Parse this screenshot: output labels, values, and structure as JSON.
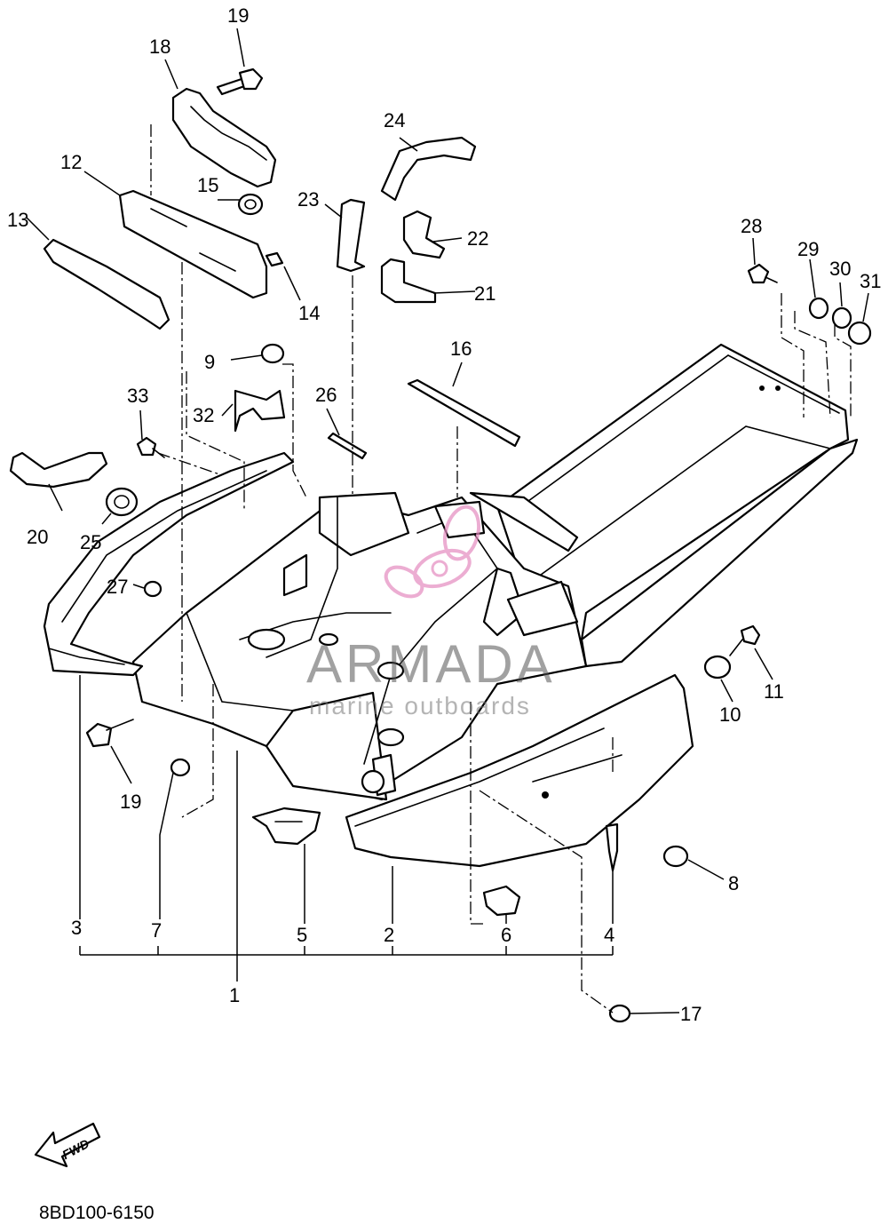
{
  "diagram": {
    "code": "8BD100-6150",
    "fwd_label": "FWD",
    "callouts": [
      {
        "n": "1"
      },
      {
        "n": "2"
      },
      {
        "n": "3"
      },
      {
        "n": "4"
      },
      {
        "n": "5"
      },
      {
        "n": "6"
      },
      {
        "n": "7"
      },
      {
        "n": "8"
      },
      {
        "n": "9"
      },
      {
        "n": "10"
      },
      {
        "n": "11"
      },
      {
        "n": "12"
      },
      {
        "n": "13"
      },
      {
        "n": "14"
      },
      {
        "n": "15"
      },
      {
        "n": "16"
      },
      {
        "n": "17"
      },
      {
        "n": "18"
      },
      {
        "n": "19"
      },
      {
        "n": "19"
      },
      {
        "n": "20"
      },
      {
        "n": "21"
      },
      {
        "n": "22"
      },
      {
        "n": "23"
      },
      {
        "n": "24"
      },
      {
        "n": "25"
      },
      {
        "n": "26"
      },
      {
        "n": "27"
      },
      {
        "n": "28"
      },
      {
        "n": "29"
      },
      {
        "n": "30"
      },
      {
        "n": "31"
      },
      {
        "n": "32"
      },
      {
        "n": "33"
      }
    ]
  },
  "watermark": {
    "brand": "ARMADA",
    "tagline": "marine outboards",
    "accent_color": "#e48bbf"
  }
}
